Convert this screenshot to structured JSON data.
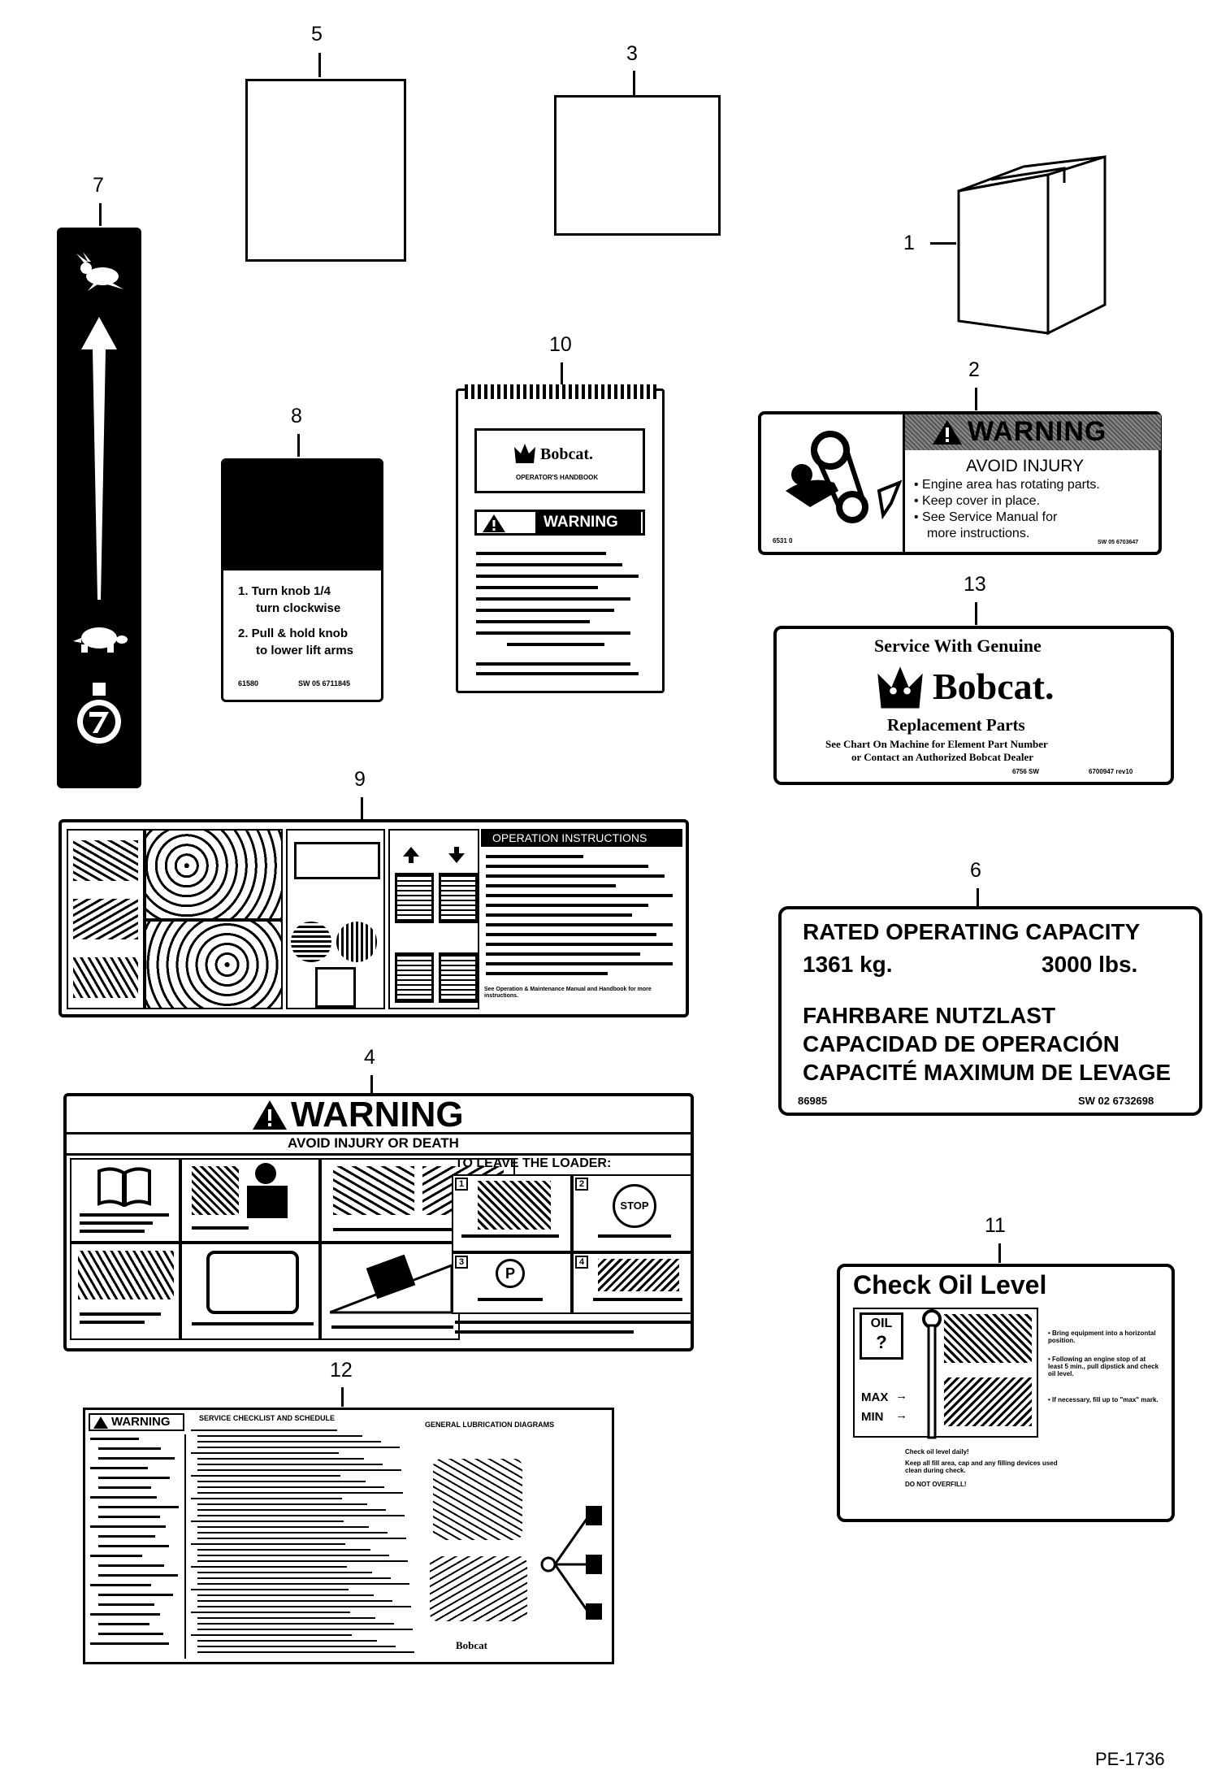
{
  "callouts": [
    "5",
    "3",
    "7",
    "1",
    "10",
    "2",
    "8",
    "13",
    "9",
    "6",
    "4",
    "11",
    "12"
  ],
  "footer_code": "PE-1736",
  "decal_2": {
    "header": "WARNING",
    "title": "AVOID INJURY",
    "bullets": [
      "Engine area has rotating parts.",
      "Keep cover in place.",
      "See Service Manual for",
      "more instructions."
    ],
    "code_left": "6531 0",
    "code_right": "SW 05 6703647"
  },
  "decal_8": {
    "step1a": "1. Turn knob 1/4",
    "step1b": "turn clockwise",
    "step2a": "2. Pull & hold knob",
    "step2b": "to lower lift arms",
    "code_left": "61580",
    "code_right": "SW 05 6711845"
  },
  "decal_10": {
    "brand": "Bobcat.",
    "subtitle": "OPERATOR'S HANDBOOK",
    "warning": "WARNING"
  },
  "decal_13": {
    "line1": "Service With Genuine",
    "brand": "Bobcat.",
    "line2": "Replacement Parts",
    "line3": "See Chart On Machine for Element Part Number",
    "line4": "or Contact an Authorized Bobcat Dealer",
    "code_left": "6756 SW",
    "code_right": "6700947 rev10"
  },
  "decal_9": {
    "header_right": "OPERATION INSTRUCTIONS",
    "footer": "See Operation & Maintenance Manual and Handbook for more instructions."
  },
  "decal_6": {
    "line1": "RATED OPERATING CAPACITY",
    "kg": "1361 kg.",
    "lbs": "3000 lbs.",
    "line2": "FAHRBARE NUTZLAST",
    "line3": "CAPACIDAD DE OPERACIÓN",
    "line4": "CAPACITÉ MAXIMUM DE LEVAGE",
    "code_left": "86985",
    "code_right": "SW 02 6732698"
  },
  "decal_4": {
    "header": "WARNING",
    "subheader": "AVOID INJURY OR DEATH",
    "leave_title": "TO LEAVE THE LOADER:",
    "steps": [
      "1",
      "2",
      "3",
      "4"
    ],
    "stop": "STOP"
  },
  "decal_11": {
    "title": "Check Oil Level",
    "oil": "OIL",
    "q": "?",
    "max": "MAX",
    "min": "MIN",
    "bullets": [
      "Bring equipment into a horizontal position.",
      "Following an engine stop of at least 5 min., pull dipstick and check oil level.",
      "If necessary, fill up to \"max\" mark."
    ],
    "notes": [
      "Check oil level daily!",
      "Keep all fill area, cap and any filling devices used clean during check.",
      "DO NOT OVERFILL!"
    ]
  },
  "decal_12": {
    "warning": "WARNING",
    "title": "SERVICE CHECKLIST AND SCHEDULE",
    "right_title": "GENERAL LUBRICATION DIAGRAMS",
    "brand": "Bobcat"
  }
}
